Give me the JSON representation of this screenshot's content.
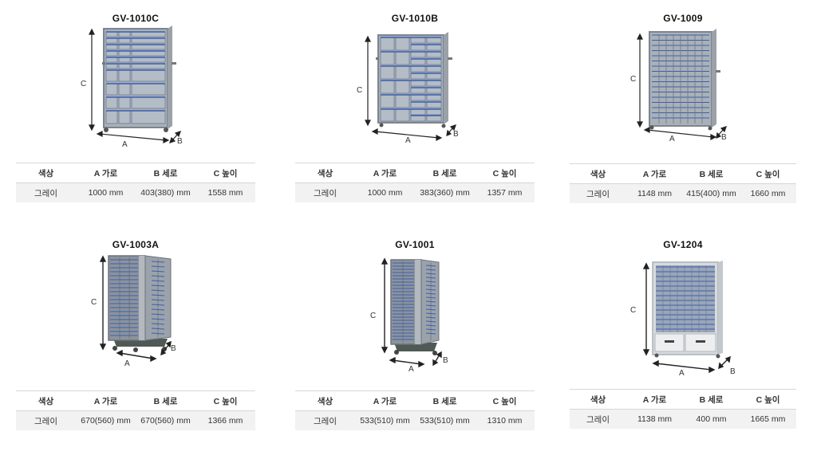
{
  "headers": [
    "색상",
    "A 가로",
    "B 세로",
    "C 높이"
  ],
  "dimension_labels": {
    "a": "A",
    "b": "B",
    "c": "C"
  },
  "colors": {
    "frame": "#8c939b",
    "drawer_blue": "#3a5fb0",
    "panel_gray": "#c9ced3",
    "row_bg": "#f2f2f2"
  },
  "products": [
    {
      "model": "GV-1010C",
      "color": "그레이",
      "a": "1000 mm",
      "b": "403(380) mm",
      "c": "1558 mm"
    },
    {
      "model": "GV-1010B",
      "color": "그레이",
      "a": "1000 mm",
      "b": "383(360) mm",
      "c": "1357 mm"
    },
    {
      "model": "GV-1009",
      "color": "그레이",
      "a": "1148 mm",
      "b": "415(400) mm",
      "c": "1660 mm"
    },
    {
      "model": "GV-1003A",
      "color": "그레이",
      "a": "670(560) mm",
      "b": "670(560) mm",
      "c": "1366 mm"
    },
    {
      "model": "GV-1001",
      "color": "그레이",
      "a": "533(510) mm",
      "b": "533(510) mm",
      "c": "1310 mm"
    },
    {
      "model": "GV-1204",
      "color": "그레이",
      "a": "1138 mm",
      "b": "400 mm",
      "c": "1665 mm"
    }
  ]
}
